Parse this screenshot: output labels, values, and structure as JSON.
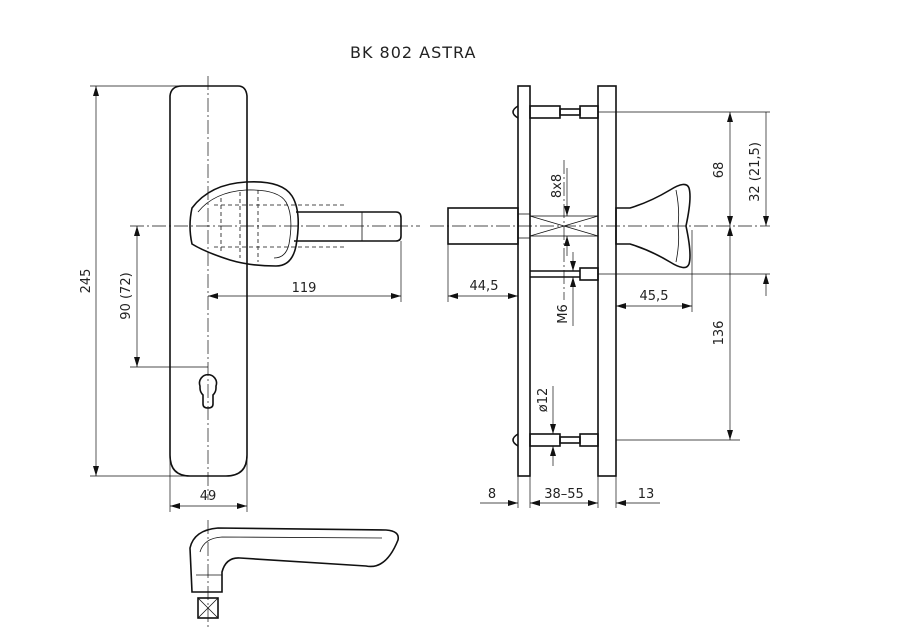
{
  "title": "BK 802 ASTRA",
  "dimensions": {
    "plate_height": "245",
    "plate_width": "49",
    "handle_to_cylinder": "90 (72)",
    "handle_length": "119",
    "spindle_outside": "44,5",
    "knob_projection": "45,5",
    "square_spindle": "8x8",
    "screw_thread": "M6",
    "bolt_diameter": "ø12",
    "top_to_spindle": "68",
    "spindle_to_screw": "32 (21,5)",
    "screw_spacing": "136",
    "plate_thickness_left": "8",
    "door_thickness": "38–55",
    "plate_thickness_right": "13"
  }
}
